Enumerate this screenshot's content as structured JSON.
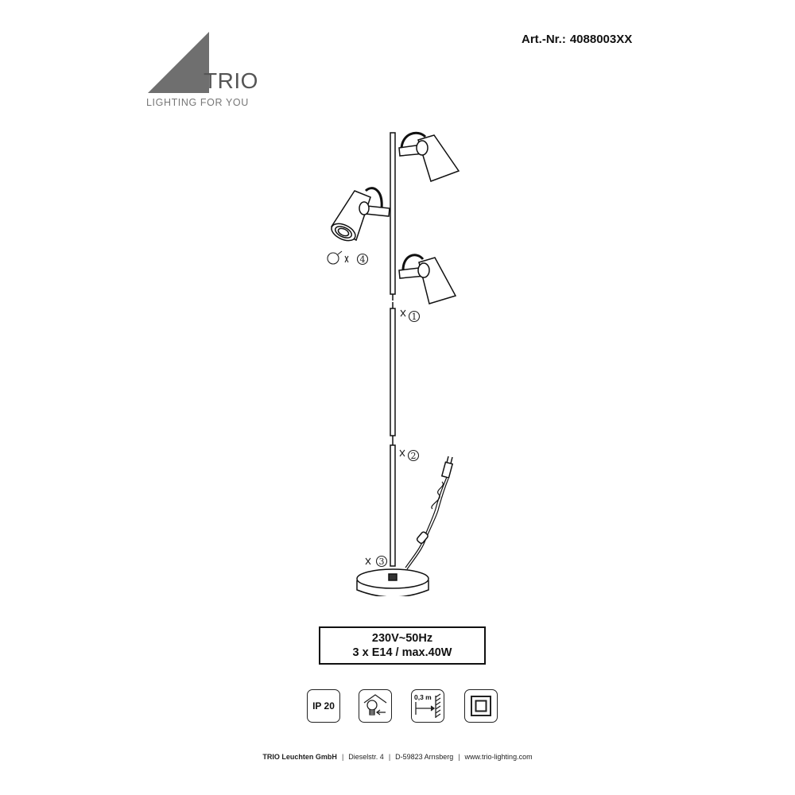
{
  "brand": {
    "name": "TRIO",
    "tagline": "LIGHTING FOR YOU"
  },
  "article": {
    "label": "Art.-Nr.:",
    "number": "4088003XX"
  },
  "callouts": [
    "1",
    "2",
    "3",
    "4"
  ],
  "specs": {
    "voltage": "230V~50Hz",
    "bulbs": "3 x E14 / max.40W"
  },
  "symbols": {
    "ip_rating": "IP 20",
    "distance": "0,3 m"
  },
  "footer": {
    "company": "TRIO Leuchten GmbH",
    "street": "Dieselstr. 4",
    "city": "D-59823 Arnsberg",
    "web": "www.trio-lighting.com",
    "separator": "|"
  },
  "colors": {
    "logo_grey": "#6f6f6f",
    "line": "#111111"
  }
}
